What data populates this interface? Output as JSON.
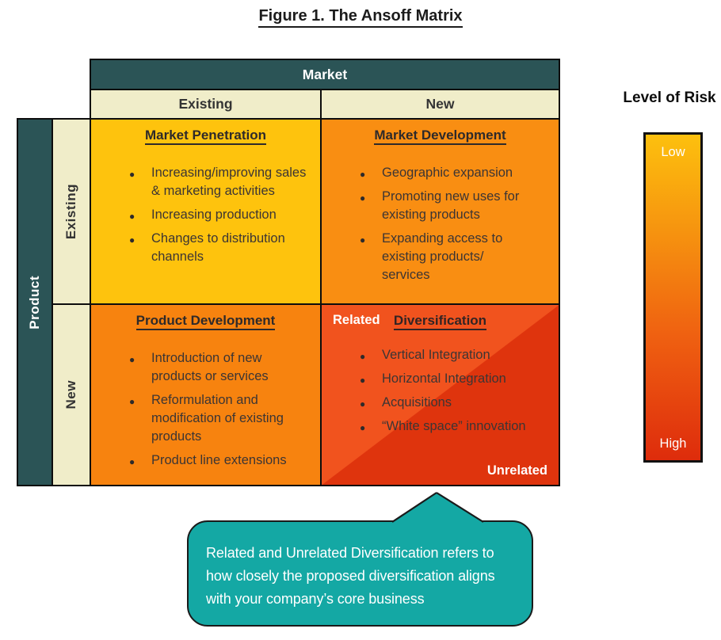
{
  "figure_title": "Figure 1. The Ansoff Matrix",
  "axes": {
    "column": "Market",
    "row": "Product"
  },
  "column_headers": [
    "Existing",
    "New"
  ],
  "row_headers": [
    "Existing",
    "New"
  ],
  "quadrants": [
    {
      "title": "Market Penetration",
      "bullets": [
        "Increasing/improving sales & marketing activities",
        "Increasing production",
        "Changes to distribution channels"
      ]
    },
    {
      "title": "Market Development",
      "bullets": [
        "Geographic expansion",
        "Promoting new uses for existing products",
        "Expanding access to existing products/ services"
      ]
    },
    {
      "title": "Product Development",
      "bullets": [
        "Introduction of new products or services",
        "Reformulation and modification of existing products",
        "Product line extensions"
      ]
    },
    {
      "title": "Diversification",
      "bullets": [
        "Vertical Integration",
        "Horizontal Integration",
        "Acquisitions",
        "“White space” innovation"
      ],
      "corner_labels": {
        "top_left": "Related",
        "bottom_right": "Unrelated"
      }
    }
  ],
  "risk_legend": {
    "title": "Level of Risk",
    "top_label": "Low",
    "bottom_label": "High"
  },
  "callout": {
    "text": "Related and Unrelated Diversification refers to how closely the proposed diversification aligns with your company’s core business"
  },
  "colors": {
    "header_teal": "#2B5456",
    "header_cream": "#F0EDC9",
    "market_penetration_yellow": "#FEC30D",
    "market_development_orange": "#F98E12",
    "product_development_orange": "#F7830F",
    "diversification_related_orange": "#F1531E",
    "diversification_unrelated_red": "#DF340D",
    "risk_gradient_top": "#FDC00E",
    "risk_gradient_bottom": "#DE2C0C",
    "callout_teal": "#14A8A4",
    "border_black": "#0d0d0d"
  }
}
